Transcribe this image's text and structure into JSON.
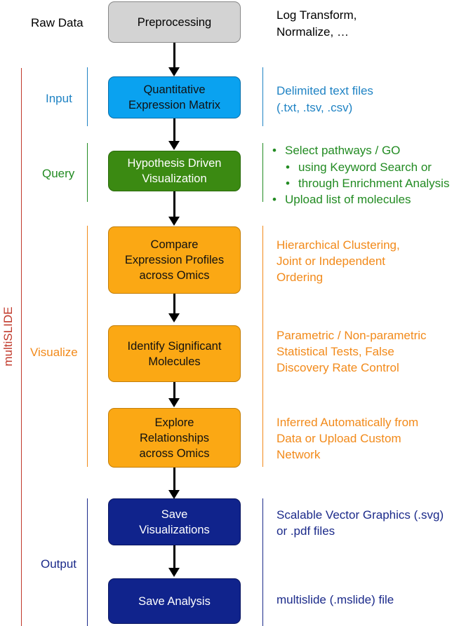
{
  "colors": {
    "gray": "#d3d3d3",
    "input": "#0aa2f0",
    "query": "#3b8a12",
    "visualize": "#fba814",
    "output": "#10238c",
    "input_text": "#1f83c4",
    "query_text": "#228b22",
    "visualize_text": "#f28a1a",
    "output_text": "#1b2a8a",
    "outer_line": "#c0392b"
  },
  "raw_data": "Raw Data",
  "preprocessing": "Preprocessing",
  "preproc_note": [
    "Log Transform,",
    "Normalize, …"
  ],
  "outer_label": "multiSLIDE",
  "sections": {
    "input": "Input",
    "query": "Query",
    "visualize": "Visualize",
    "output": "Output"
  },
  "boxes": {
    "quantitative": [
      "Quantitative",
      "Expression Matrix"
    ],
    "hypothesis": [
      "Hypothesis Driven",
      "Visualization"
    ],
    "compare": [
      "Compare",
      "Expression Profiles",
      "across Omics"
    ],
    "identify": [
      "Identify Significant",
      "Molecules"
    ],
    "explore": [
      "Explore",
      "Relationships",
      "across Omics"
    ],
    "save_vis": [
      "Save",
      "Visualizations"
    ],
    "save_analysis": "Save Analysis"
  },
  "notes": {
    "input": [
      "Delimited text files",
      "(.txt, .tsv, .csv)"
    ],
    "query": [
      "Select pathways / GO",
      "using Keyword Search or",
      "through Enrichment Analysis",
      "Upload list of molecules"
    ],
    "compare": [
      "Hierarchical Clustering,",
      "Joint or Independent",
      "Ordering"
    ],
    "identify": [
      "Parametric / Non-parametric",
      "Statistical Tests, False",
      "Discovery Rate Control"
    ],
    "explore": [
      "Inferred Automatically from",
      "Data or Upload Custom",
      "Network"
    ],
    "save_vis": [
      "Scalable Vector Graphics (.svg)",
      "or .pdf files"
    ],
    "save_analysis": "multislide (.mslide) file"
  }
}
